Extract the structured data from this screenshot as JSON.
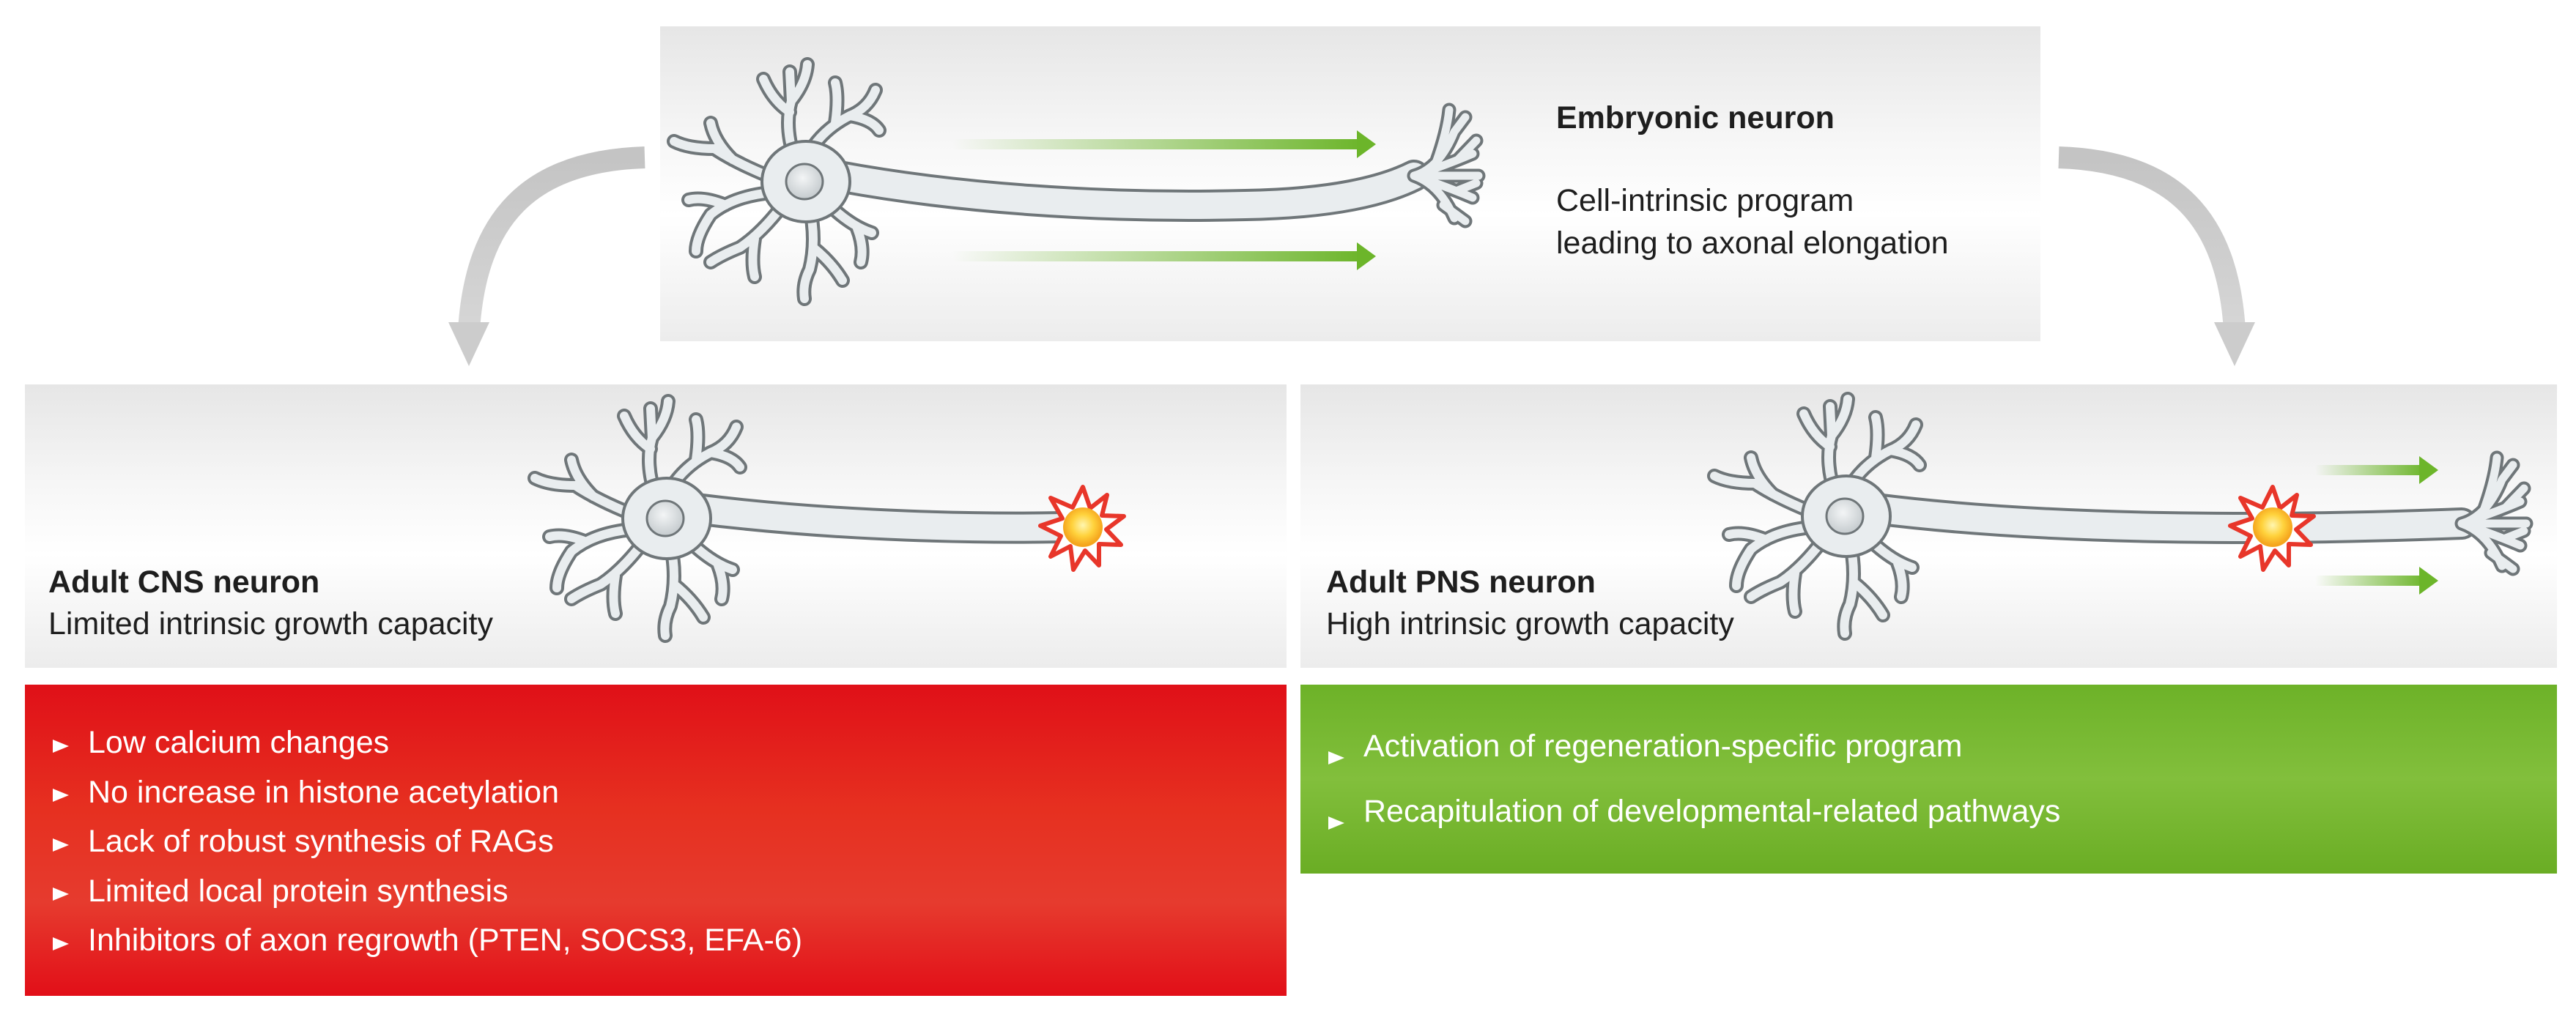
{
  "colors": {
    "accent_red": "#e31d1c",
    "accent_green": "#78b832",
    "arrow_green": "#6cb52a",
    "neuron_fill": "#e9edef",
    "neuron_stroke": "#6f7679",
    "connector_gray": "#cccccc",
    "injury_star": "#e8362a"
  },
  "icons": {
    "neuron": "neuron-icon",
    "injury": "injury-burst-icon",
    "growth_arrow": "arrow-right-icon",
    "flow_arrow": "curved-arrow-down-icon",
    "bullet": "triangle-bullet-icon"
  },
  "embryonic": {
    "title": "Embryonic neuron",
    "desc_line1": "Cell-intrinsic program",
    "desc_line2": "leading to axonal elongation"
  },
  "cns": {
    "title": "Adult CNS neuron",
    "subtitle": "Limited intrinsic growth capacity",
    "items": [
      "Low calcium changes",
      "No increase in histone acetylation",
      "Lack of robust synthesis of RAGs",
      "Limited local protein synthesis",
      "Inhibitors of axon regrowth (PTEN, SOCS3, EFA-6)"
    ]
  },
  "pns": {
    "title": "Adult PNS neuron",
    "subtitle": "High intrinsic growth capacity",
    "items": [
      "Activation of regeneration-specific program",
      "Recapitulation of developmental-related pathways"
    ]
  }
}
